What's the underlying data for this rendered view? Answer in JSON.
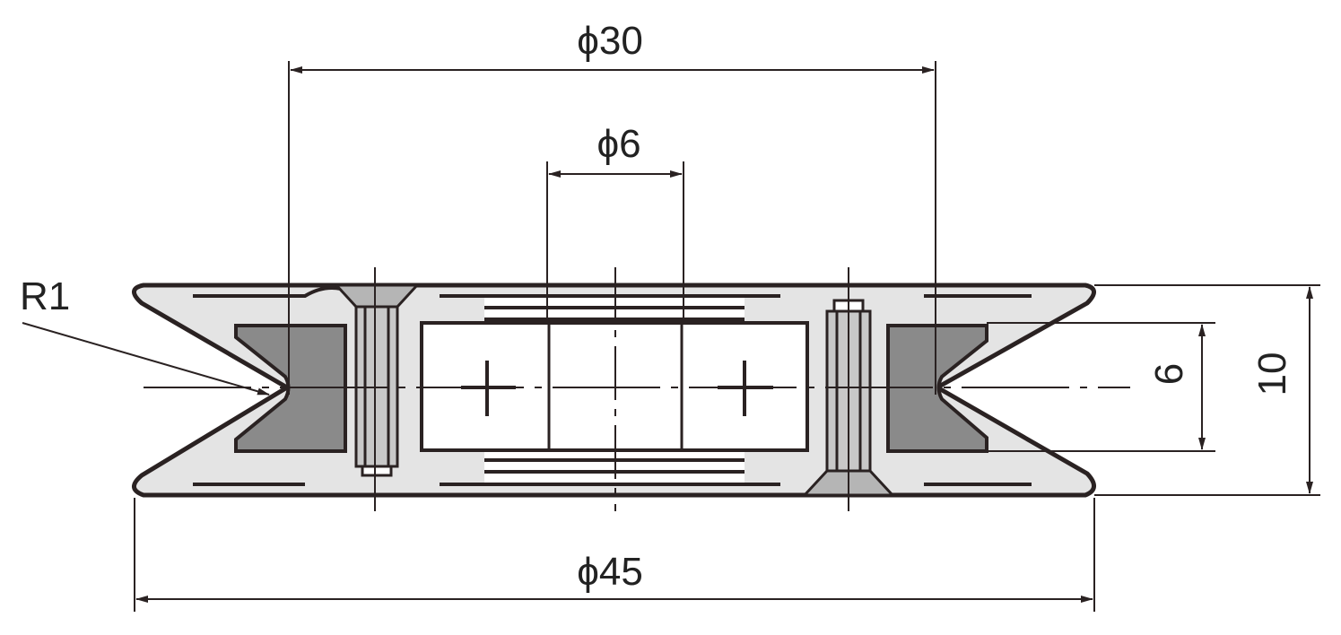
{
  "title": "Pulley cross-section drawing",
  "dimensions": {
    "phi30": "ϕ30",
    "phi6": "ϕ6",
    "phi45": "ϕ45",
    "radius": "R1",
    "groove_width": "6",
    "total_width": "10"
  },
  "colors": {
    "line": "#2a2222",
    "light_fill": "#e4e4e4",
    "dark_fill": "#8a8a8a"
  }
}
